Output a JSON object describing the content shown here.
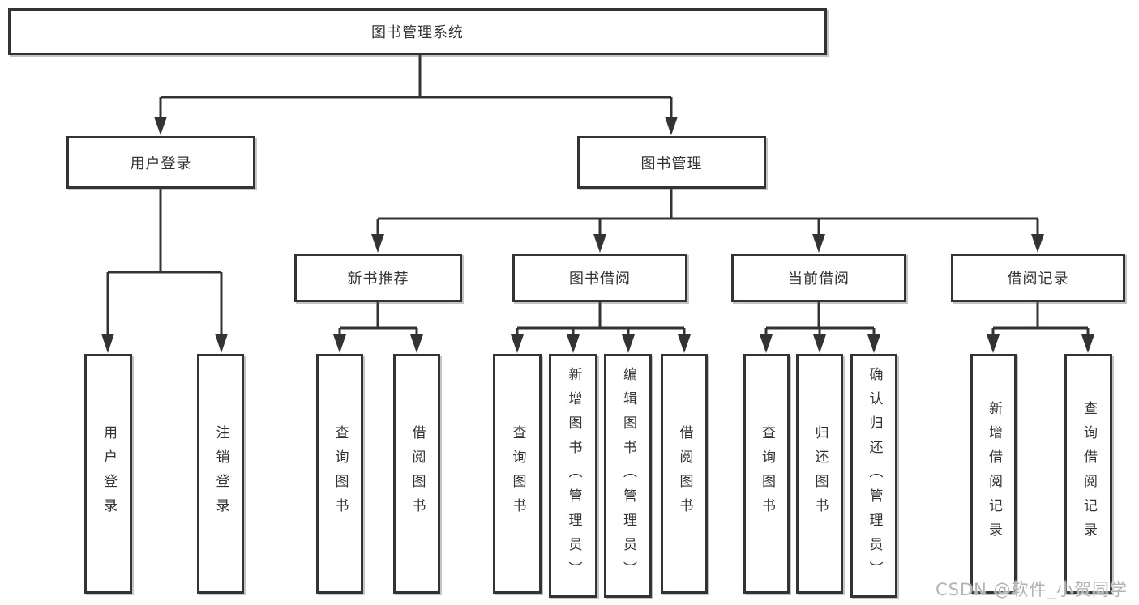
{
  "diagram": {
    "root": {
      "label": "图书管理系统",
      "children": [
        {
          "label": "用户登录",
          "children": [
            {
              "label": "用户登录"
            },
            {
              "label": "注销登录"
            }
          ]
        },
        {
          "label": "图书管理",
          "children": [
            {
              "label": "新书推荐",
              "children": [
                {
                  "label": "查询图书"
                },
                {
                  "label": "借阅图书"
                }
              ]
            },
            {
              "label": "图书借阅",
              "children": [
                {
                  "label": "查询图书"
                },
                {
                  "label": "新增图书（管理员）"
                },
                {
                  "label": "编辑图书（管理员）"
                },
                {
                  "label": "借阅图书"
                }
              ]
            },
            {
              "label": "当前借阅",
              "children": [
                {
                  "label": "查询图书"
                },
                {
                  "label": "归还图书"
                },
                {
                  "label": "确认归还（管理员）"
                }
              ]
            },
            {
              "label": "借阅记录",
              "children": [
                {
                  "label": "新增借阅记录"
                },
                {
                  "label": "查询借阅记录"
                }
              ]
            }
          ]
        }
      ]
    }
  },
  "watermark": {
    "text": "CSDN @软件_小贺同学",
    "color": "#b3b3b3"
  },
  "colors": {
    "border": "#333333",
    "line": "#333333",
    "text": "#333333",
    "background": "#ffffff"
  }
}
